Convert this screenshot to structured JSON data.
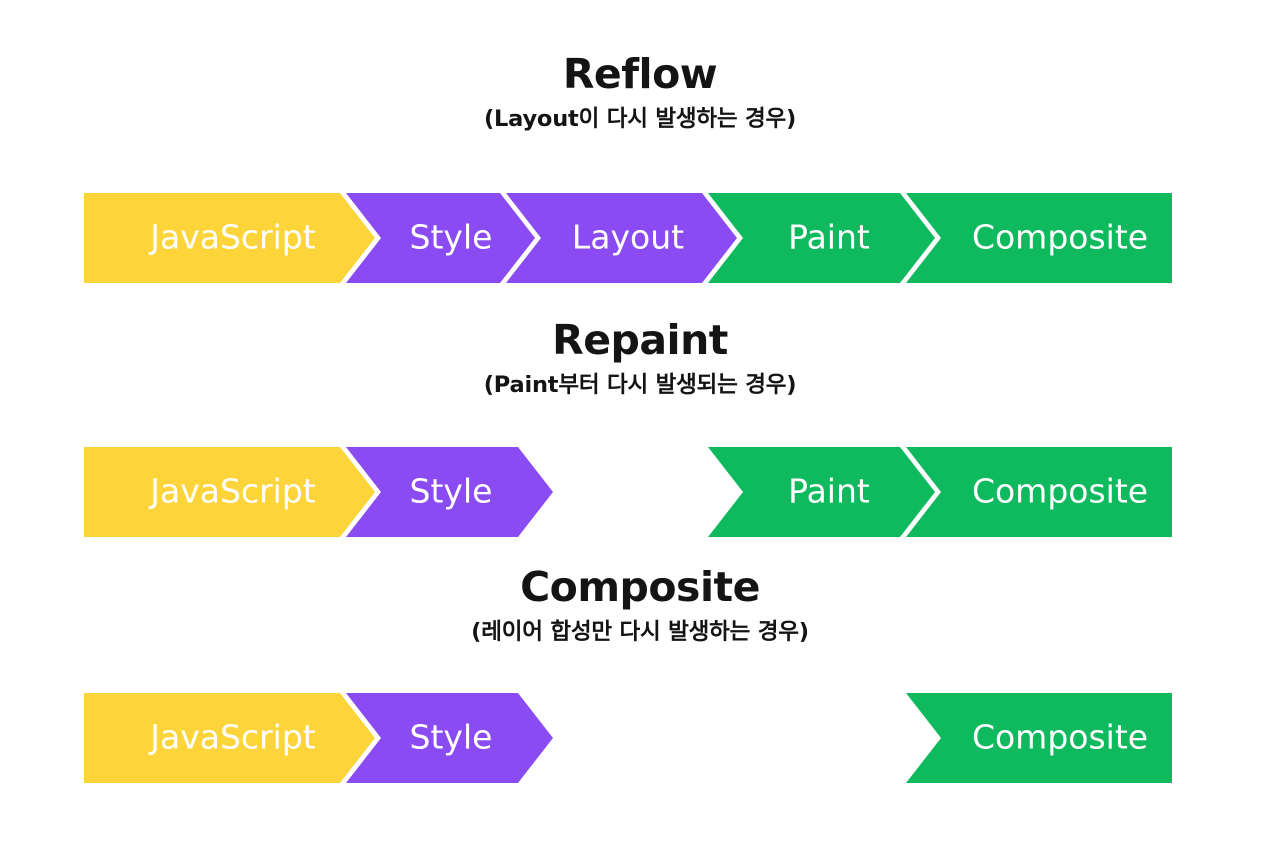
{
  "page": {
    "background_color": "#ffffff",
    "title": "Browser rendering pipeline: Reflow / Repaint / Composite"
  },
  "palette": {
    "javascript": "#FDD53B",
    "style": "#8B4BF2",
    "layout": "#8B4BF2",
    "paint": "#0FB95E",
    "composite": "#0FB95E",
    "divider": "#ffffff",
    "text_on_bar": "#ffffff",
    "heading_text": "#141414"
  },
  "sections": [
    {
      "id": "reflow",
      "title": "Reflow",
      "subtitle": "(Layout이 다시 발생하는 경우)",
      "stages": [
        {
          "id": "javascript",
          "label": "JavaScript",
          "color": "#FDD53B",
          "active": true
        },
        {
          "id": "style",
          "label": "Style",
          "color": "#8B4BF2",
          "active": true
        },
        {
          "id": "layout",
          "label": "Layout",
          "color": "#8B4BF2",
          "active": true
        },
        {
          "id": "paint",
          "label": "Paint",
          "color": "#0FB95E",
          "active": true
        },
        {
          "id": "composite",
          "label": "Composite",
          "color": "#0FB95E",
          "active": true
        }
      ]
    },
    {
      "id": "repaint",
      "title": "Repaint",
      "subtitle": "(Paint부터 다시 발생되는 경우)",
      "stages": [
        {
          "id": "javascript",
          "label": "JavaScript",
          "color": "#FDD53B",
          "active": true
        },
        {
          "id": "style",
          "label": "Style",
          "color": "#8B4BF2",
          "active": true
        },
        {
          "id": "layout",
          "label": "",
          "color": "#ffffff",
          "active": false
        },
        {
          "id": "paint",
          "label": "Paint",
          "color": "#0FB95E",
          "active": true
        },
        {
          "id": "composite",
          "label": "Composite",
          "color": "#0FB95E",
          "active": true
        }
      ]
    },
    {
      "id": "composite",
      "title": "Composite",
      "subtitle": "(레이어 합성만 다시 발생하는 경우)",
      "stages": [
        {
          "id": "javascript",
          "label": "JavaScript",
          "color": "#FDD53B",
          "active": true
        },
        {
          "id": "style",
          "label": "Style",
          "color": "#8B4BF2",
          "active": true
        },
        {
          "id": "layout",
          "label": "",
          "color": "#ffffff",
          "active": false
        },
        {
          "id": "paint",
          "label": "",
          "color": "#ffffff",
          "active": false
        },
        {
          "id": "composite",
          "label": "Composite",
          "color": "#0FB95E",
          "active": true
        }
      ]
    }
  ]
}
